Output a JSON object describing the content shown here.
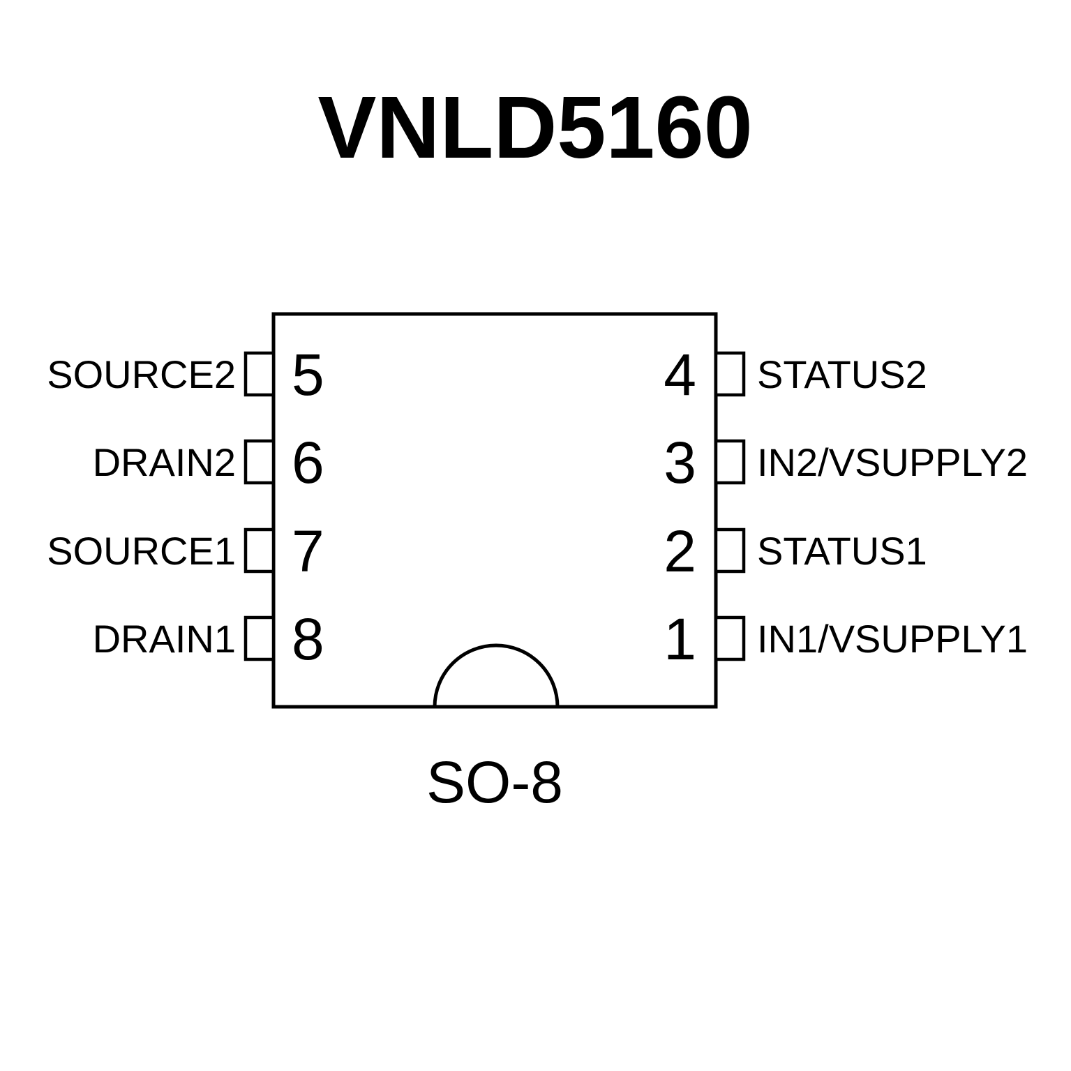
{
  "title": "VNLD5160",
  "package": "SO-8",
  "colors": {
    "foreground": "#000000",
    "background": "#ffffff"
  },
  "chip": {
    "left_pins": [
      {
        "number": "5",
        "label": "SOURCE2"
      },
      {
        "number": "6",
        "label": "DRAIN2"
      },
      {
        "number": "7",
        "label": "SOURCE1"
      },
      {
        "number": "8",
        "label": "DRAIN1"
      }
    ],
    "right_pins": [
      {
        "number": "4",
        "label": "STATUS2"
      },
      {
        "number": "3",
        "label": "IN2/VSUPPLY2"
      },
      {
        "number": "2",
        "label": "STATUS1"
      },
      {
        "number": "1",
        "label": "IN1/VSUPPLY1"
      }
    ]
  }
}
